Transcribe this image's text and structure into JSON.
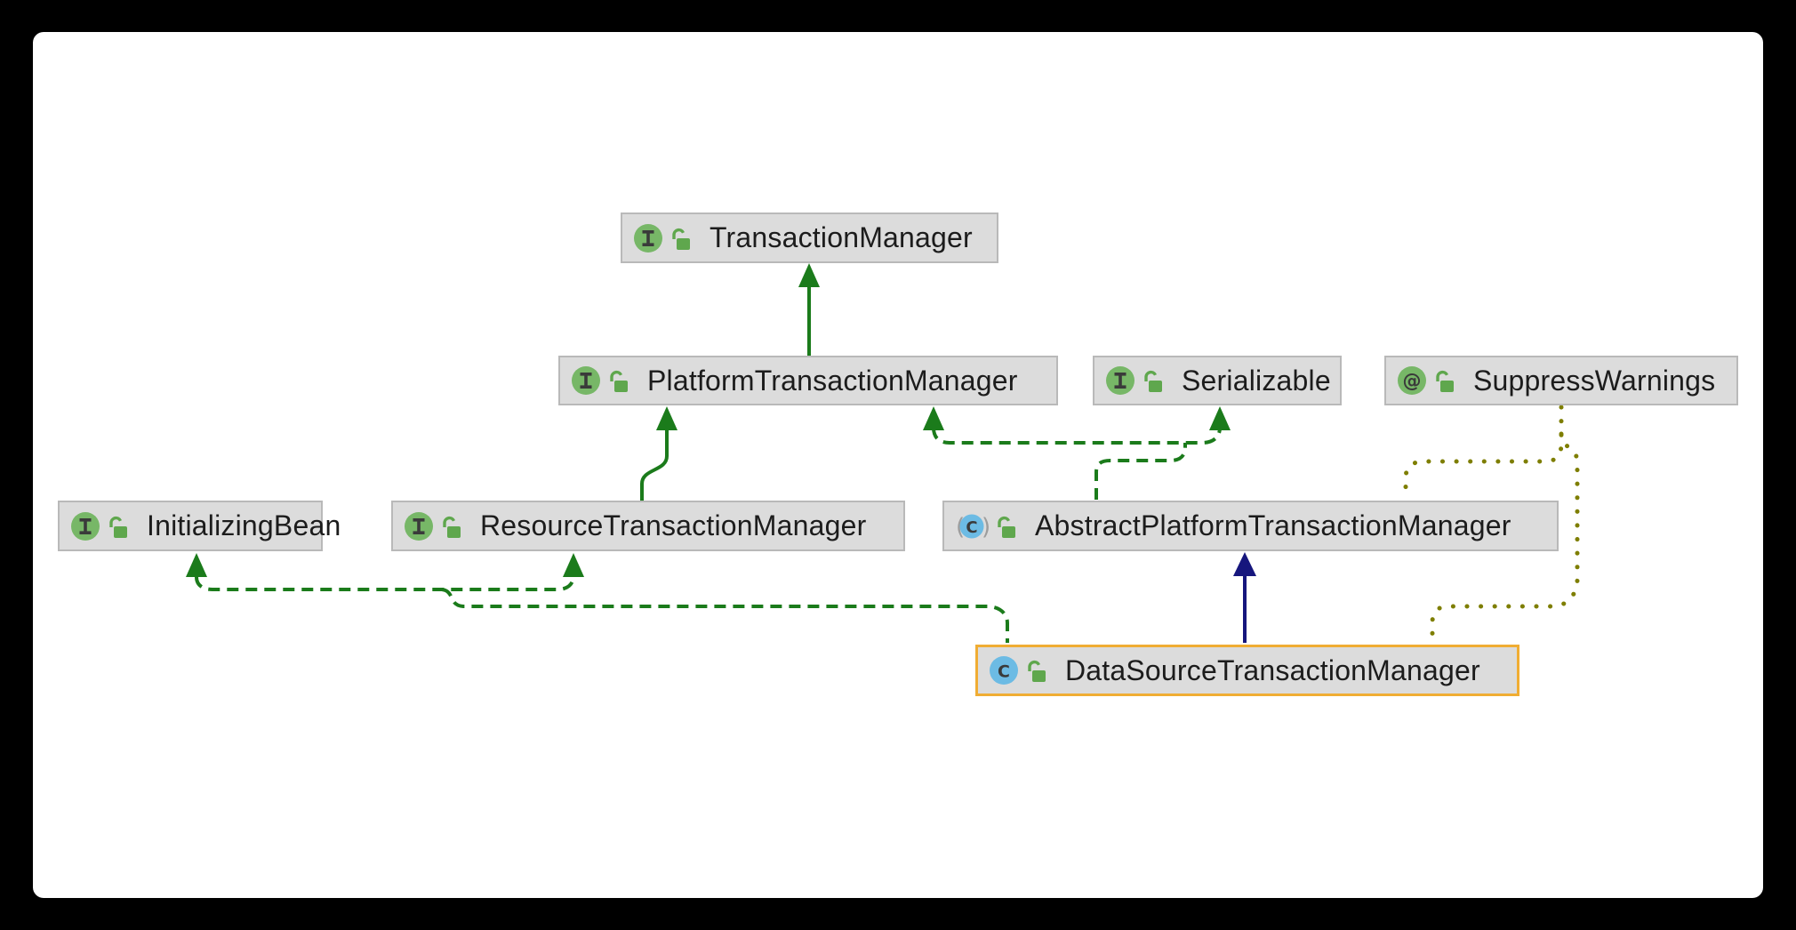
{
  "window": {
    "description": "UML class diagram of Spring transaction manager hierarchy"
  },
  "colors": {
    "page-bg": "#000000",
    "canvas-bg": "#ffffff",
    "box-fill": "#dcdcdc",
    "box-border": "#b9b9b9",
    "selected-border": "#f0ad33",
    "edge-green": "#1b7b1b",
    "edge-navy": "#16167d",
    "edge-olive": "#7e7e00",
    "icon-green": "#77b767",
    "icon-blue": "#6cbbe4",
    "icon-glyph": "#3a3a3a",
    "paren-gray": "#9d9d9d",
    "lock-green": "#5fa74d",
    "label-color": "#1c1c1c"
  },
  "diagram": {
    "nodes": {
      "transaction_manager": {
        "label": "TransactionManager",
        "kind": "interface",
        "visibility": "public"
      },
      "platform_transaction_manager": {
        "label": "PlatformTransactionManager",
        "kind": "interface",
        "visibility": "public"
      },
      "serializable": {
        "label": "Serializable",
        "kind": "interface",
        "visibility": "public"
      },
      "suppress_warnings": {
        "label": "SuppressWarnings",
        "kind": "annotation",
        "visibility": "public"
      },
      "initializing_bean": {
        "label": "InitializingBean",
        "kind": "interface",
        "visibility": "public"
      },
      "resource_transaction_manager": {
        "label": "ResourceTransactionManager",
        "kind": "interface",
        "visibility": "public"
      },
      "abstract_platform_transaction_manager": {
        "label": "AbstractPlatformTransactionManager",
        "kind": "abstract-class",
        "visibility": "public"
      },
      "datasource_transaction_manager": {
        "label": "DataSourceTransactionManager",
        "kind": "class",
        "visibility": "public",
        "selected": true
      }
    },
    "edges": [
      {
        "from": "PlatformTransactionManager",
        "to": "TransactionManager",
        "relation": "extends",
        "line": "solid",
        "color": "#1b7b1b"
      },
      {
        "from": "ResourceTransactionManager",
        "to": "PlatformTransactionManager",
        "relation": "extends",
        "line": "solid",
        "color": "#1b7b1b"
      },
      {
        "from": "AbstractPlatformTransactionManager",
        "to": "PlatformTransactionManager",
        "relation": "implements",
        "line": "dashed",
        "color": "#1b7b1b"
      },
      {
        "from": "AbstractPlatformTransactionManager",
        "to": "Serializable",
        "relation": "implements",
        "line": "dashed",
        "color": "#1b7b1b"
      },
      {
        "from": "DataSourceTransactionManager",
        "to": "AbstractPlatformTransactionManager",
        "relation": "extends",
        "line": "solid",
        "color": "#16167d"
      },
      {
        "from": "DataSourceTransactionManager",
        "to": "InitializingBean",
        "relation": "implements",
        "line": "dashed",
        "color": "#1b7b1b"
      },
      {
        "from": "DataSourceTransactionManager",
        "to": "ResourceTransactionManager",
        "relation": "implements",
        "line": "dashed",
        "color": "#1b7b1b"
      },
      {
        "from": "AbstractPlatformTransactionManager",
        "to": "SuppressWarnings",
        "relation": "annotated-with",
        "line": "dotted",
        "color": "#7e7e00"
      },
      {
        "from": "DataSourceTransactionManager",
        "to": "SuppressWarnings",
        "relation": "annotated-with",
        "line": "dotted",
        "color": "#7e7e00"
      }
    ]
  }
}
